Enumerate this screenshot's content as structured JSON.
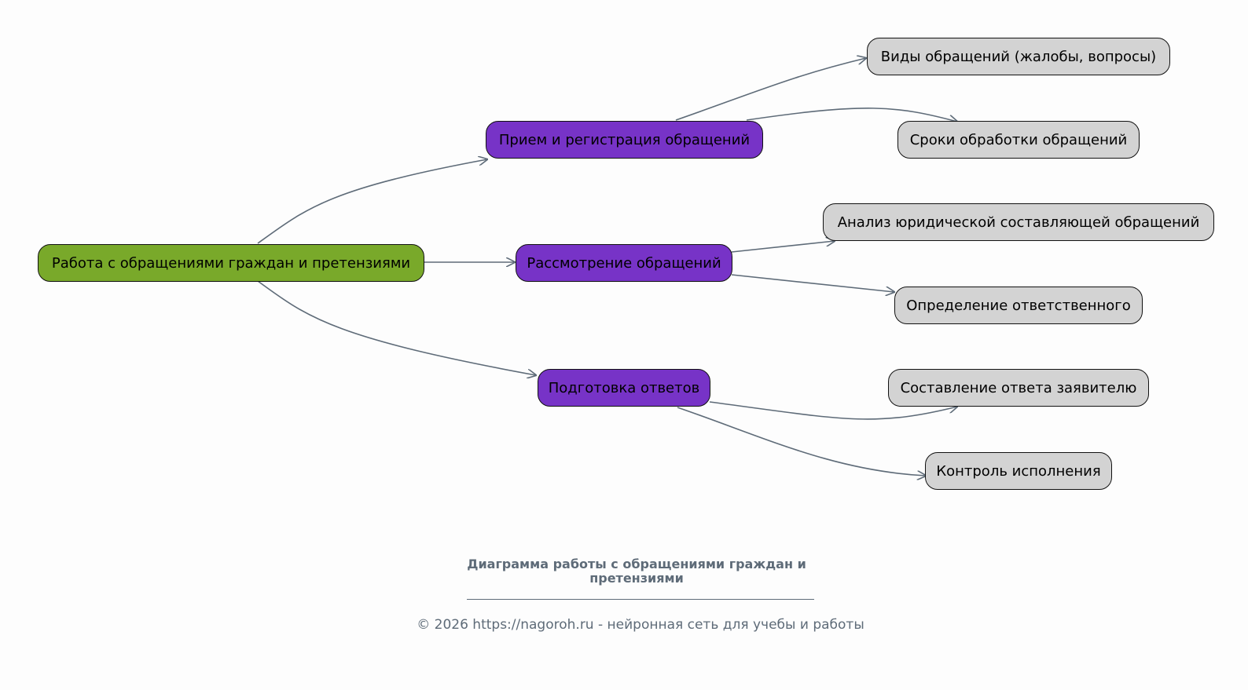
{
  "diagram": {
    "root": "Работа с обращениями граждан и претензиями",
    "branches": [
      {
        "label": "Прием и регистрация обращений",
        "children": [
          "Виды обращений (жалобы, вопросы)",
          "Сроки обработки обращений"
        ]
      },
      {
        "label": "Рассмотрение обращений",
        "children": [
          "Анализ юридической составляющей обращений",
          "Определение ответственного"
        ]
      },
      {
        "label": "Подготовка ответов",
        "children": [
          "Составление ответа заявителю",
          "Контроль исполнения"
        ]
      }
    ]
  },
  "colors": {
    "root": "#79a92a",
    "branch": "#7733c7",
    "leaf": "#d3d3d3",
    "edge": "#5e6b78",
    "background": "#fdfdfd"
  },
  "footer": {
    "title": "Диаграмма работы с обращениями граждан и претензиями",
    "copyright": "© 2026 https://nagoroh.ru - нейронная сеть для учебы и работы"
  }
}
